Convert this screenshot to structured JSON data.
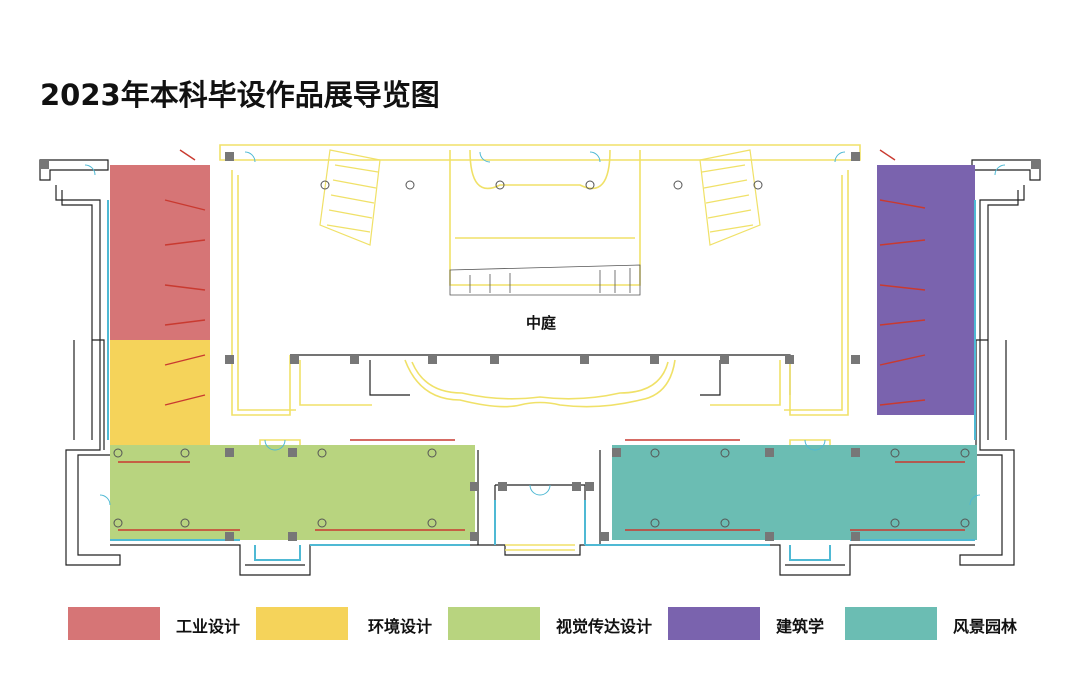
{
  "title": "2023年本科毕设作品展导览图",
  "map": {
    "courtyard_label": "中庭"
  },
  "colors": {
    "industrial": "#d67576",
    "environment": "#f5d35a",
    "visual": "#b8d47f",
    "architecture": "#7a63ae",
    "landscape": "#6bbdb3",
    "wall": "#222222",
    "structure_line": "#f0e168",
    "furniture_line": "#d64a3c",
    "glass_line": "#4fb9d4",
    "column": "#777777"
  },
  "legend": [
    {
      "label": "工业设计",
      "color_key": "industrial"
    },
    {
      "label": "环境设计",
      "color_key": "environment"
    },
    {
      "label": "视觉传达设计",
      "color_key": "visual"
    },
    {
      "label": "建筑学",
      "color_key": "architecture"
    },
    {
      "label": "风景园林",
      "color_key": "landscape"
    }
  ]
}
